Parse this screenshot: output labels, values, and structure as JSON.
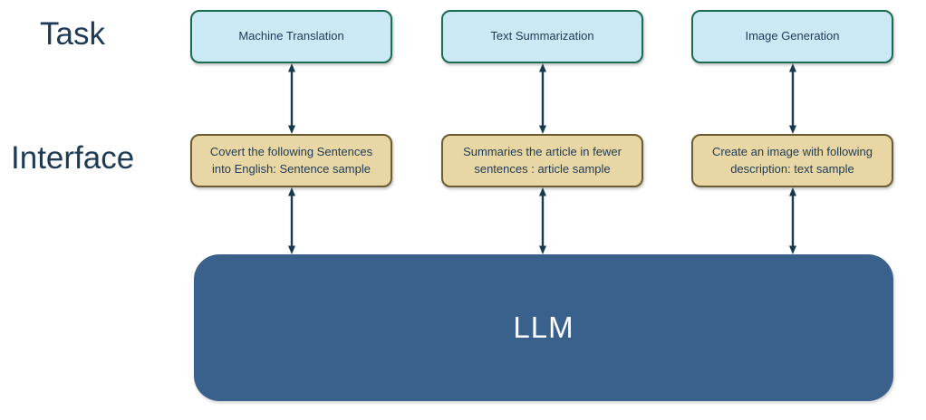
{
  "diagram": {
    "row_labels": {
      "task": "Task",
      "interface": "Interface"
    },
    "columns": [
      {
        "task_label": "Machine Translation",
        "interface_label": "Covert the following Sentences into English: Sentence sample"
      },
      {
        "task_label": "Text Summarization",
        "interface_label": "Summaries the article in fewer sentences : article sample"
      },
      {
        "task_label": "Image Generation",
        "interface_label": "Create an image with following description: text sample"
      }
    ],
    "llm_label": "LLM",
    "colors": {
      "task_fill": "#cbe9f5",
      "task_border": "#1a6b50",
      "interface_fill": "#e8d7a5",
      "interface_border": "#6b5c31",
      "llm_fill": "#3a608c",
      "llm_text": "#ffffff",
      "label_text": "#1d3a56",
      "box_text": "#1d3a56",
      "arrow": "#17394f"
    }
  }
}
